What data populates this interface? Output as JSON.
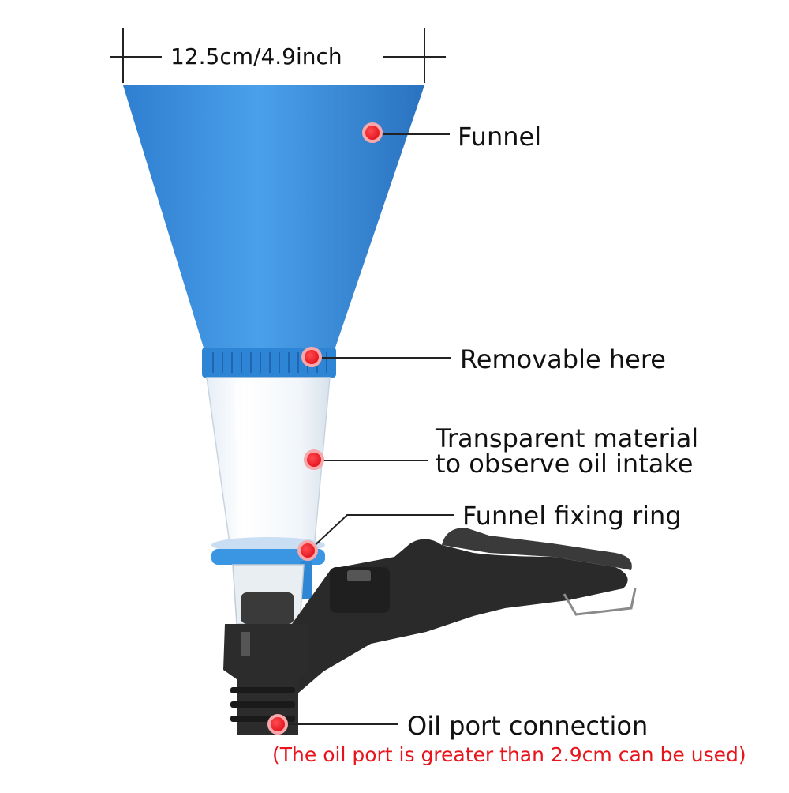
{
  "dimension": {
    "width_text": "12.5cm/4.9inch"
  },
  "callouts": {
    "funnel": "Funnel",
    "removable": "Removable here",
    "transparent_line1": "Transparent material",
    "transparent_line2": "to observe oil intake",
    "fixing_ring": "Funnel fixing ring",
    "oil_port": "Oil port connection"
  },
  "note": "(The oil port is greater than 2.9cm can be used)",
  "colors": {
    "funnel_blue": "#3b8fdc",
    "marker_red": "#ee1c24",
    "note_red": "#e8141b",
    "clamp_black": "#2a2a2a"
  }
}
